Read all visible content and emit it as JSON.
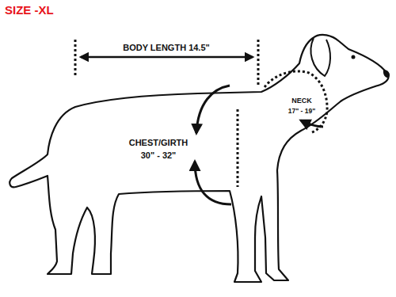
{
  "diagram": {
    "title": "SIZE -XL",
    "labels": [
      "BODY LENGTH 14.5\"",
      "CHEST/GIRTH",
      "30\" - 32\"",
      "NECK",
      "17\" - 19\""
    ]
  }
}
